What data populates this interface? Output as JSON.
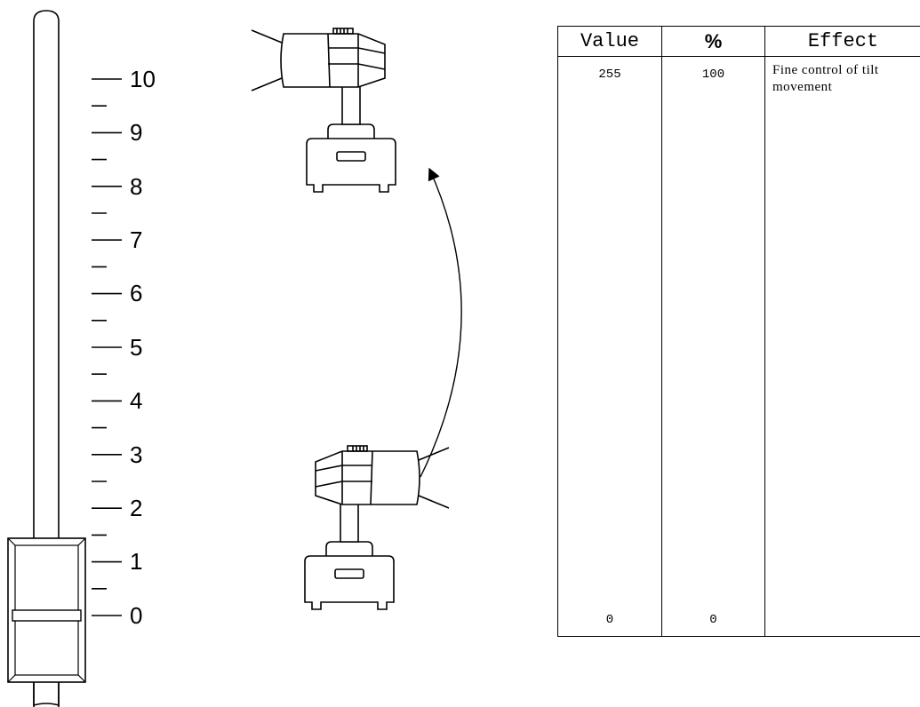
{
  "fader": {
    "scale_labels": [
      "10",
      "9",
      "8",
      "7",
      "6",
      "5",
      "4",
      "3",
      "2",
      "1",
      "0"
    ]
  },
  "table": {
    "headers": {
      "value": "Value",
      "percent": "%",
      "effect": "Effect"
    },
    "top": {
      "value": "255",
      "percent": "100",
      "effect": "Fine control of tilt movement"
    },
    "bottom": {
      "value": "0",
      "percent": "0"
    }
  }
}
